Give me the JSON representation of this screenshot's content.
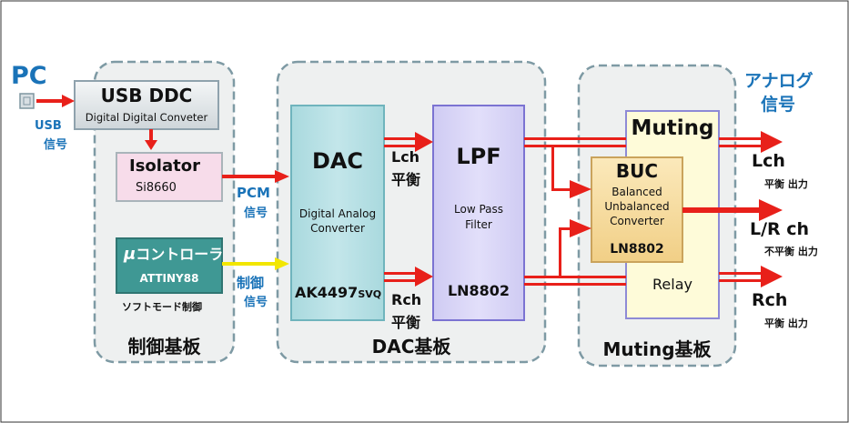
{
  "pc": {
    "label": "PC",
    "usb_signal": [
      "USB",
      "信号"
    ]
  },
  "control_board": {
    "title": "制御基板",
    "usb_ddc": {
      "title": "USB DDC",
      "subtitle": "Digital Digital Conveter"
    },
    "isolator": {
      "title": "Isolator",
      "part": "Si8660"
    },
    "controller": {
      "title_mu": "μ",
      "title_rest": "コントローラ",
      "part": "ATTINY88"
    },
    "software_mode": "ソフトモード制御"
  },
  "signals": {
    "pcm": [
      "PCM",
      "信号"
    ],
    "control": [
      "制御",
      "信号"
    ],
    "lch": [
      "Lch",
      "平衡"
    ],
    "rch": [
      "Rch",
      "平衡"
    ]
  },
  "dac_board": {
    "title": "DAC基板",
    "dac": {
      "title": "DAC",
      "subtitle": [
        "Digital Analog",
        "Converter"
      ],
      "part": "AK4497",
      "part_suffix": "SVQ"
    },
    "lpf": {
      "title": "LPF",
      "subtitle": [
        "Low Pass",
        "Filter"
      ],
      "part": "LN8802"
    }
  },
  "muting_board": {
    "title": "Muting基板",
    "muting": {
      "title": "Muting",
      "relay": "Relay"
    },
    "buc": {
      "title": "BUC",
      "subtitle": [
        "Balanced",
        "Unbalanced",
        "Converter"
      ],
      "part": "LN8802"
    }
  },
  "outputs": {
    "header": [
      "アナログ",
      "信号"
    ],
    "lch": {
      "label": "Lch",
      "note": "平衡 出力"
    },
    "lr": {
      "label": "L/R ch",
      "note": "不平衡 出力"
    },
    "rch": {
      "label": "Rch",
      "note": "平衡 出力"
    }
  },
  "colors": {
    "arrow_red": "#e8201a",
    "arrow_yellow": "#f2e600",
    "dac_fill": "#b8e1e5",
    "lpf_fill": "#d9d6f6",
    "muting_fill": "#fefbd9",
    "buc_fill": "#f6dfa6",
    "isolator_fill": "#f7dcea",
    "controller_fill": "#3f9894",
    "label_blue": "#1a73b8"
  }
}
